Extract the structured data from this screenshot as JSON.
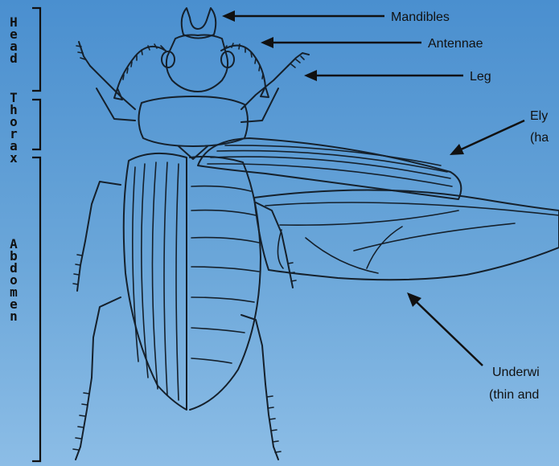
{
  "segments": {
    "head": "Head",
    "thorax": "Thorax",
    "abdomen": "Abdomen"
  },
  "labels": {
    "mandibles": "Mandibles",
    "antennae": "Antennae",
    "leg": "Leg",
    "elytra_1": "Ely",
    "elytra_2": "(ha",
    "underwing_1": "Underwi",
    "underwing_2": "(thin and"
  },
  "colors": {
    "background_top": "#4a8fcf",
    "background_bottom": "#8cbde6",
    "line": "#15202b"
  }
}
